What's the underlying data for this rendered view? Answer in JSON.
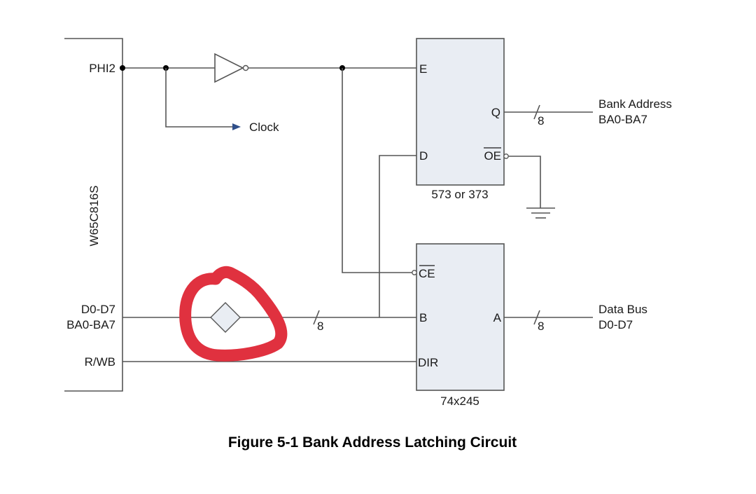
{
  "figure": {
    "caption": "Figure 5-1 Bank Address Latching Circuit"
  },
  "cpu": {
    "name": "W65C816S",
    "pins": {
      "phi2": "PHI2",
      "data_line1": "D0-D7",
      "data_line2": "BA0-BA7",
      "rwb": "R/WB"
    }
  },
  "clock": {
    "label": "Clock",
    "arrow_color": "#2f4f8a"
  },
  "latch": {
    "part": "573 or 373",
    "pins": {
      "e": "E",
      "d": "D",
      "q": "Q",
      "oe": "OE"
    },
    "output_label1": "Bank Address",
    "output_label2": "BA0-BA7",
    "bus_width": "8"
  },
  "transceiver": {
    "part": "74x245",
    "pins": {
      "ce": "CE",
      "b": "B",
      "a": "A",
      "dir": "DIR"
    },
    "output_label1": "Data Bus",
    "output_label2": "D0-D7",
    "bus_width_in": "8",
    "bus_width_out": "8"
  },
  "annotation": {
    "color": "#e0313f",
    "description": "red hand-drawn circle around diamond symbol"
  },
  "colors": {
    "chip_fill": "#e9edf3",
    "wire": "#555555"
  }
}
